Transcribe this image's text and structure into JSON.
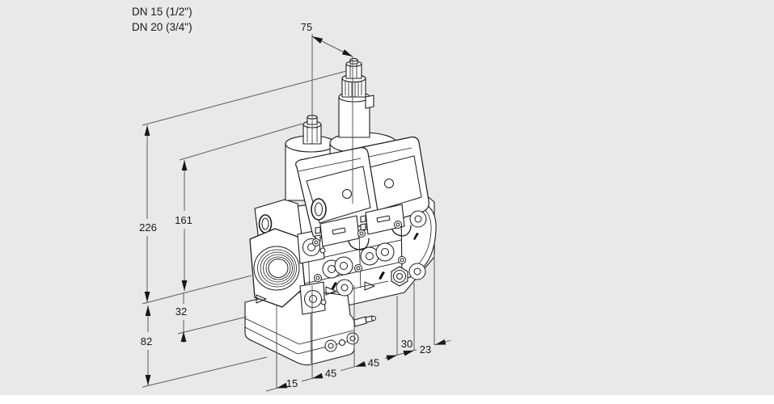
{
  "palette": {
    "background": "#e9e9e9",
    "footer_strip": "#ffffff",
    "artwork_stroke": "#1c1c1c",
    "dimension_stroke": "#5a5a5a",
    "text_color": "#1a1a1a"
  },
  "figure": {
    "name": "double-solenoid-gas-valve-dimensional-drawing",
    "view": "isometric-line-art"
  },
  "port_sizes": {
    "line1": "DN 15 (1/2\")",
    "line2": "DN 20 (3/4\")"
  },
  "dimensions": {
    "top": {
      "d75": "75"
    },
    "left": {
      "d226": "226",
      "d161": "161",
      "d32": "32",
      "d82": "82"
    },
    "bottom": {
      "d15": "15",
      "d45a": "45",
      "d45b": "45",
      "d30": "30",
      "d23": "23"
    }
  }
}
